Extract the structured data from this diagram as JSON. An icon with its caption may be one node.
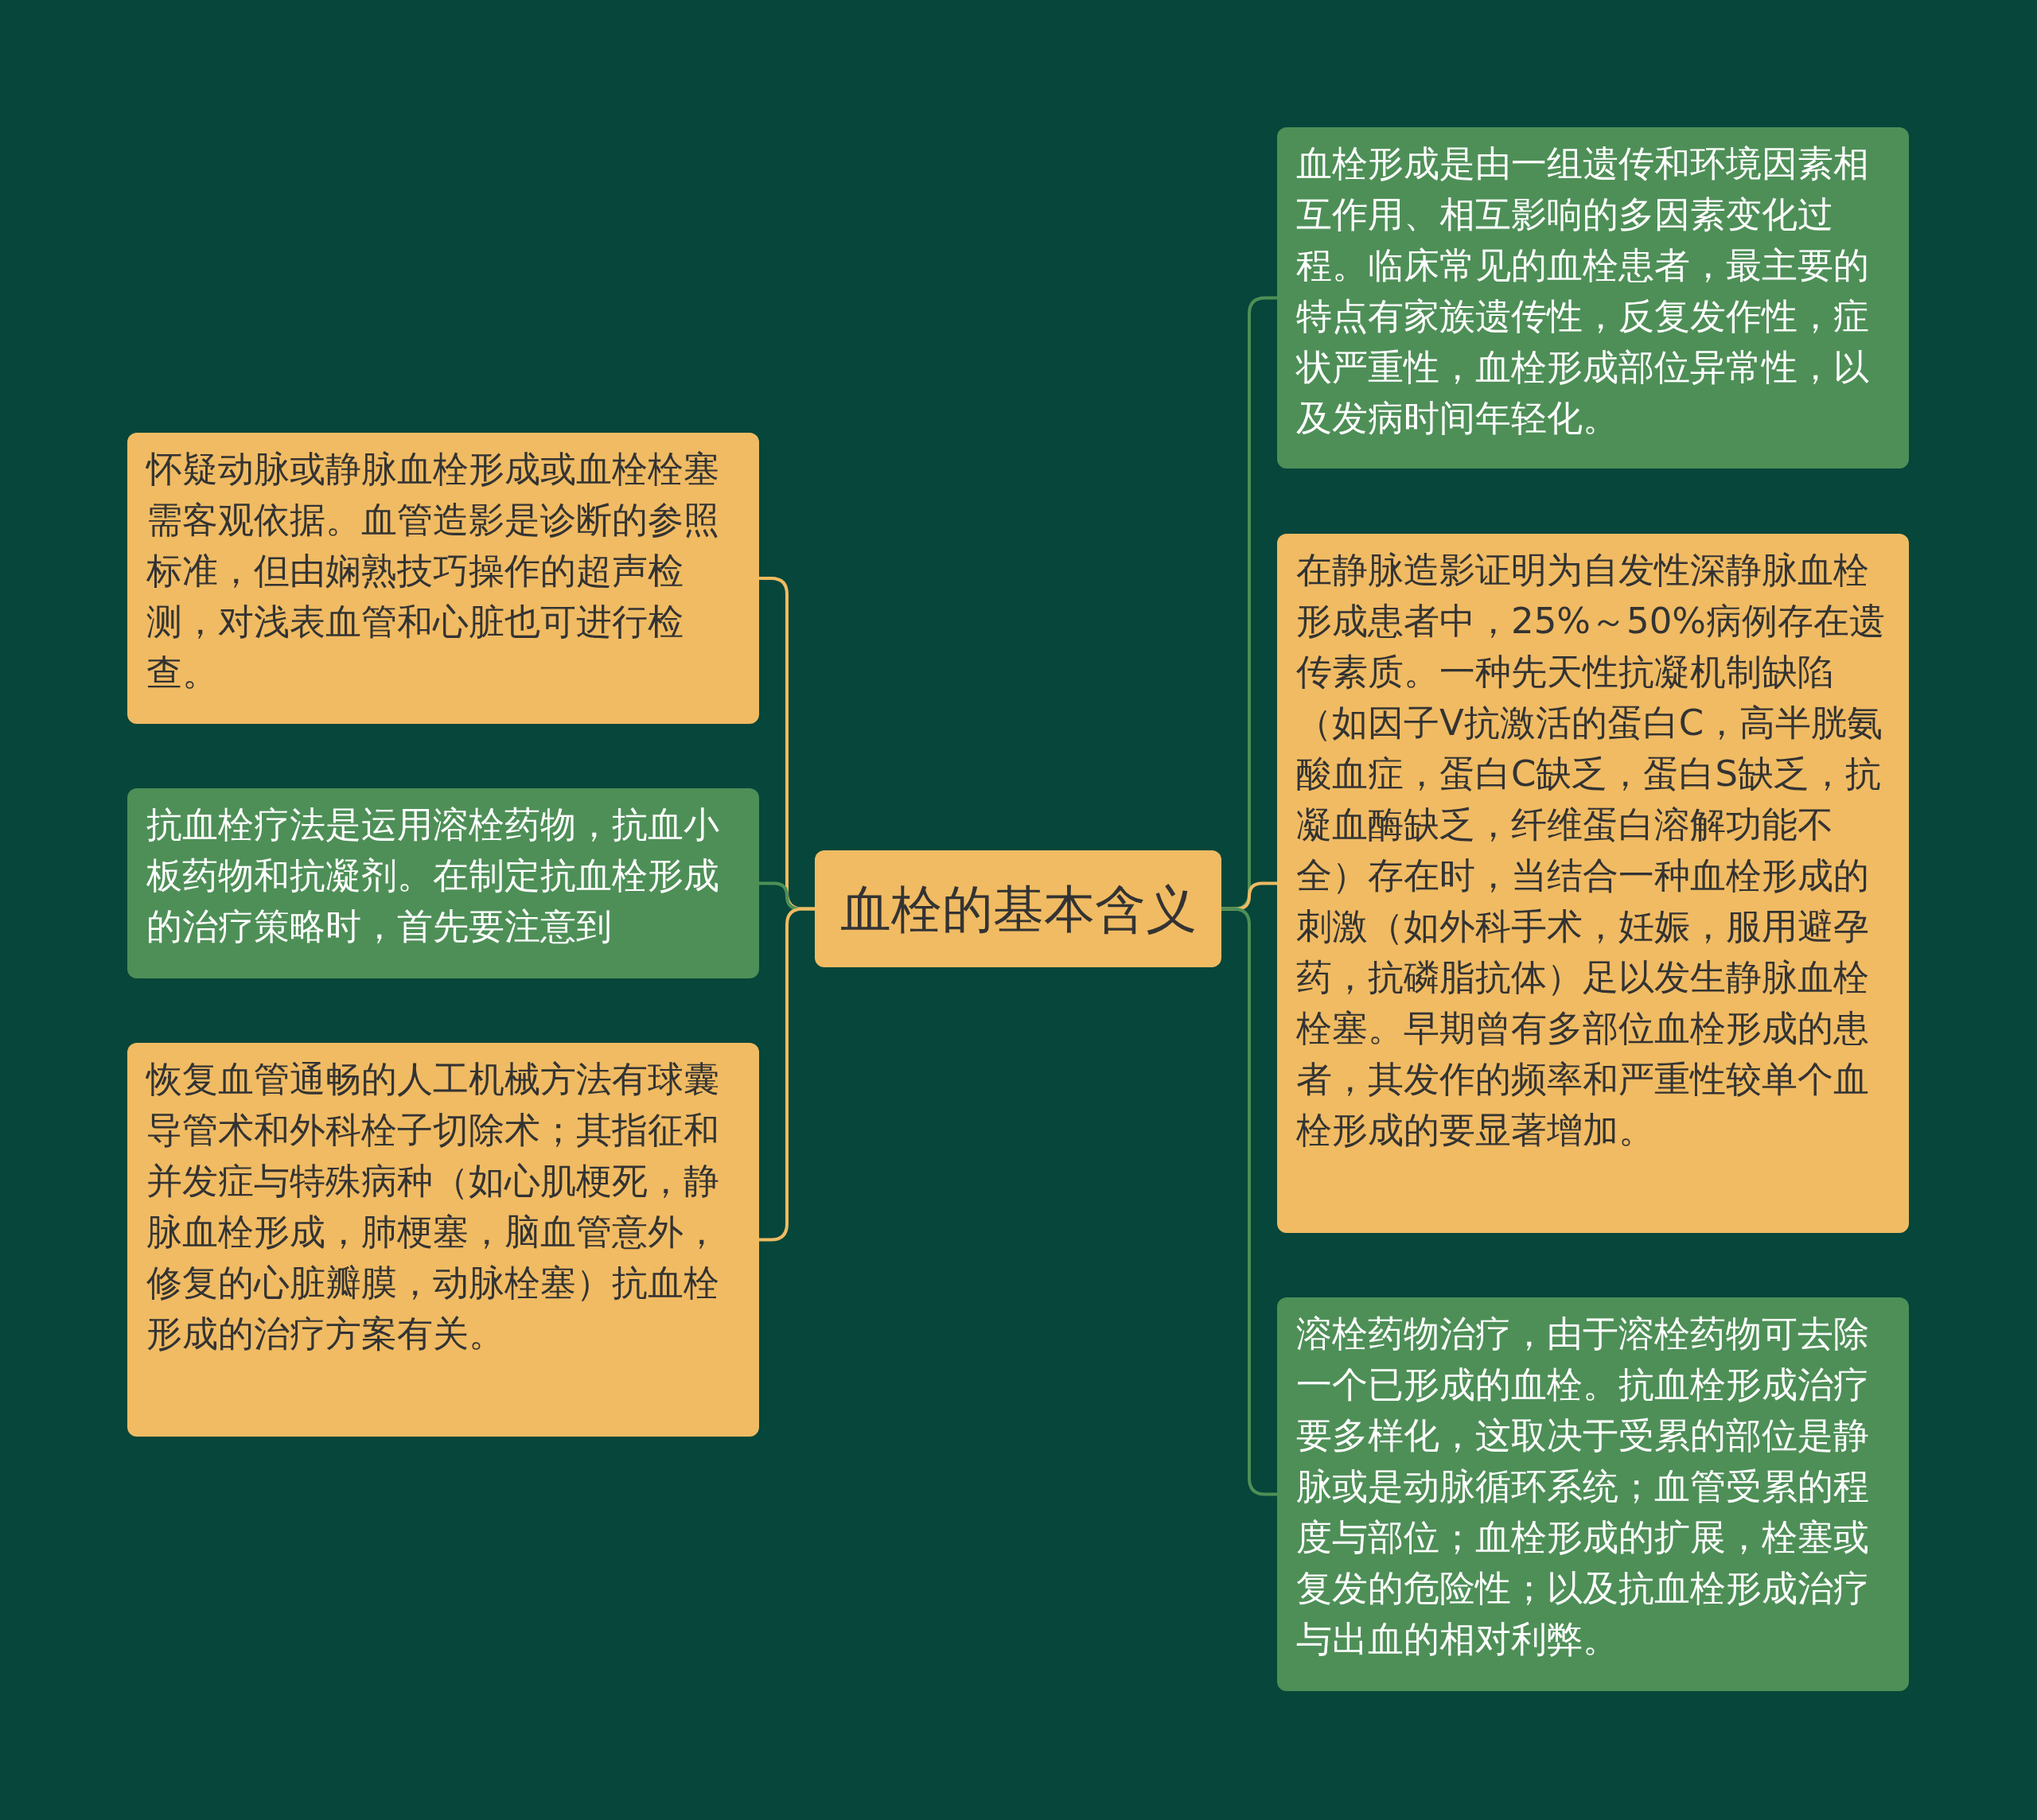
{
  "diagram": {
    "nodes": [
      {
        "text": [
          "血栓的基本含义"
        ]
      },
      {
        "text": [
          "怀疑动脉或静脉血栓形成或血栓栓塞需客观依据。血管造影是诊断的参照标准，但由娴熟技巧操作的超声检测，对浅表血管和心脏也可进行检查。"
        ]
      },
      {
        "text": [
          "抗血栓疗法是运用溶栓药物，抗血小板药物和抗凝剂。在制定抗血栓形成的治疗策略时，首先要注意到"
        ]
      },
      {
        "text": [
          "恢复血管通畅的人工机械方法有球囊导管术和外科栓子切除术；其指征和并发症与特殊病种（如心肌梗死，静脉血栓形成，肺梗塞，脑血管意外，修复的心脏瓣膜，动脉栓塞）抗血栓形成的治疗方案有关。"
        ]
      },
      {
        "text": [
          "血栓形成是由一组遗传和环境因素相互作用、相互影响的多因素变化过程。临床常见的血栓患者，最主要的特点有家族遗传性，反复发作性，症状严重性，血栓形成部位异常性，以及发病时间年轻化。"
        ]
      },
      {
        "text": [
          "在静脉造影证明为自发性深静脉血栓形成患者中，25%～50%病例存在遗传素质。一种先天性抗凝机制缺陷（如因子Ⅴ抗激活的蛋白C，高半胱氨酸血症，蛋白C缺乏，蛋白S缺乏，抗凝血酶缺乏，纤维蛋白溶解功能不全）存在时，当结合一种血栓形成的刺激（如外科手术，妊娠，服用避孕药，抗磷脂抗体）足以发生静脉血栓栓塞。早期曾有多部位血栓形成的患者，其发作的频率和严重性较单个血栓形成的要显著增加。"
        ]
      },
      {
        "text": [
          "溶栓药物治疗，由于溶栓药物可去除一个已形成的血栓。抗血栓形成治疗要多样化，这取决于受累的部位是静脉或是动脉循环系统；血管受累的程度与部位；血栓形成的扩展，栓塞或复发的危险性；以及抗血栓形成治疗与出血的相对利弊。"
        ]
      }
    ],
    "edges": [
      {
        "from": 0,
        "to": 1,
        "arrow": "none"
      },
      {
        "from": 0,
        "to": 2,
        "arrow": "none",
        "color": "#4e8f57"
      },
      {
        "from": 0,
        "to": 3,
        "arrow": "none"
      },
      {
        "from": 0,
        "to": 4,
        "arrow": "none",
        "color": "#4e8f57"
      },
      {
        "from": 0,
        "to": 5,
        "arrow": "none"
      },
      {
        "from": 0,
        "to": 6,
        "arrow": "none",
        "color": "#4e8f57"
      }
    ]
  }
}
